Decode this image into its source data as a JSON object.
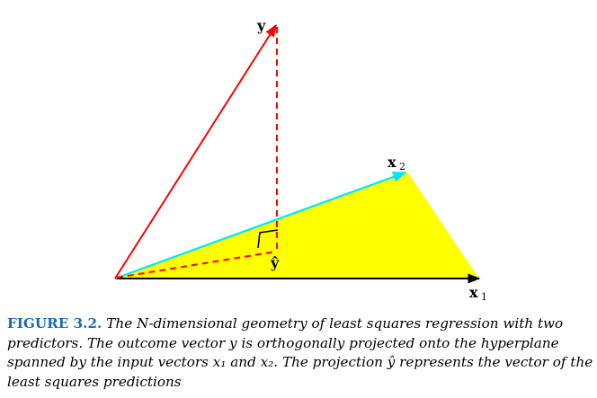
{
  "figure": {
    "labels": {
      "y": "y",
      "x1_base": "x",
      "x1_sub": "1",
      "x2_base": "x",
      "x2_sub": "2",
      "yhat": "ŷ"
    },
    "colors": {
      "plane": "#ffff00",
      "y_vector": "#ff0000",
      "x1_vector": "#000000",
      "x2_vector": "#00e5ff",
      "projection": "#ff0000",
      "caption_label": "#1a6bb0"
    }
  },
  "caption": {
    "label": "FIGURE 3.2.",
    "text": "The N-dimensional geometry of least squares regression with two predictors. The outcome vector y is orthogonally projected onto the hyperplane spanned by the input vectors x₁ and x₂. The projection ŷ represents the vector of the least squares predictions"
  }
}
